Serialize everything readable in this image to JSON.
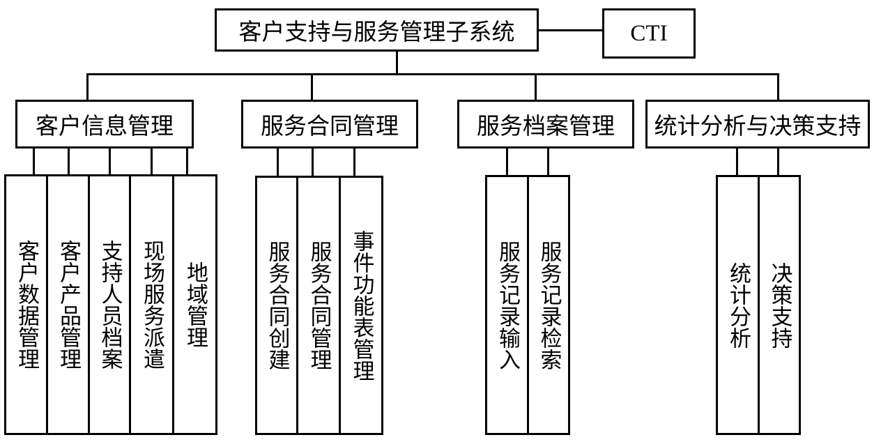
{
  "diagram": {
    "root": {
      "label": "客户支持与服务管理子系统"
    },
    "side": {
      "label": "CTI"
    },
    "modules": [
      {
        "label": "统计分析与决策支持",
        "children": [
          {
            "label": "统计分析"
          },
          {
            "label": "决策支持"
          }
        ]
      },
      {
        "label": "客户信息管理",
        "children": [
          {
            "label": "客户数据管理"
          },
          {
            "label": "客户产品管理"
          },
          {
            "label": "支持人员档案"
          },
          {
            "label": "现场服务派遣"
          },
          {
            "label": "地域管理"
          }
        ]
      },
      {
        "label": "服务合同管理",
        "children": [
          {
            "label": "服务合同创建"
          },
          {
            "label": "服务合同管理"
          },
          {
            "label": "事件功能表管理"
          }
        ]
      },
      {
        "label": "服务档案管理",
        "children": [
          {
            "label": "服务记录输入"
          },
          {
            "label": "服务记录检索"
          }
        ]
      }
    ]
  }
}
